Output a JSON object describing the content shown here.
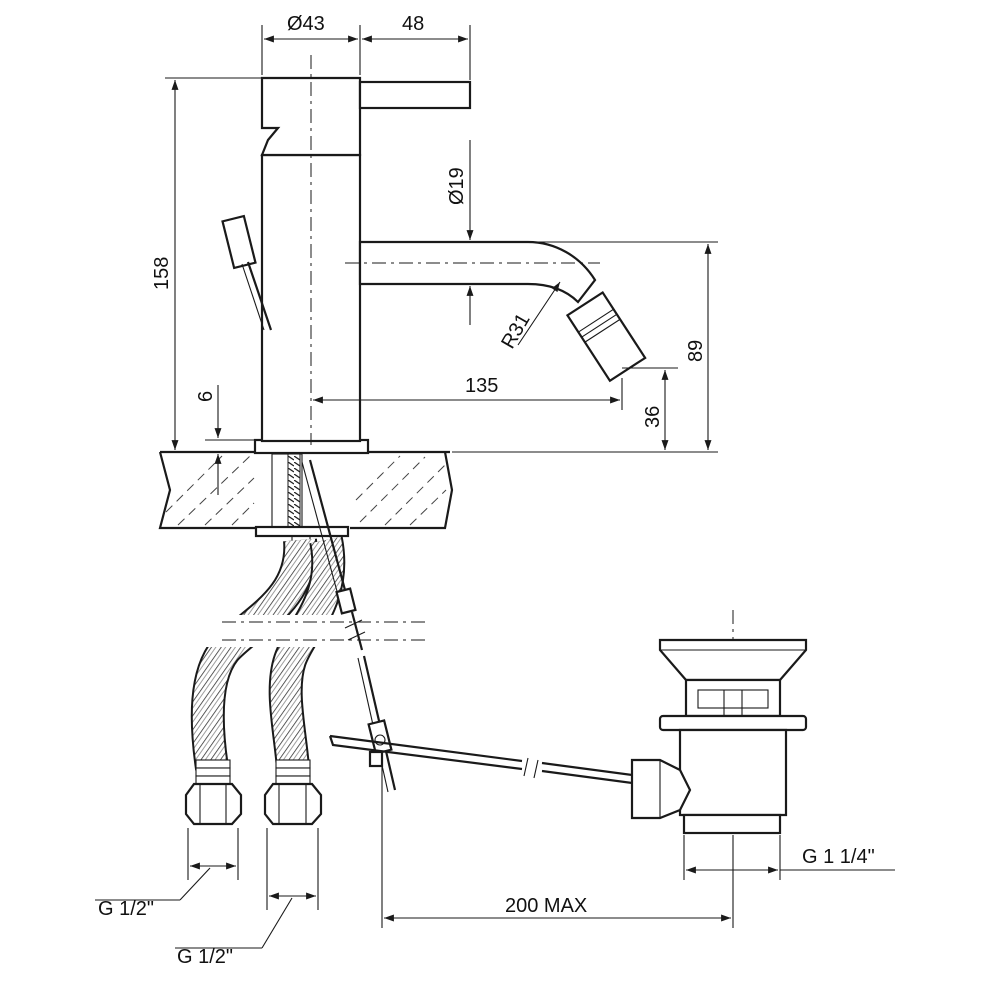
{
  "drawing": {
    "dimensions": {
      "body_diameter": "Ø43",
      "lever_length": "48",
      "total_height": "158",
      "spout_diameter": "Ø19",
      "spout_radius": "R31",
      "outlet_height": "89",
      "spout_reach": "135",
      "nozzle_height": "36",
      "base_thickness": "6",
      "hose_thread_left": "G 1/2\"",
      "hose_thread_right": "G 1/2\"",
      "rod_length": "200 MAX",
      "waste_thread": "G 1 1/4\""
    }
  }
}
